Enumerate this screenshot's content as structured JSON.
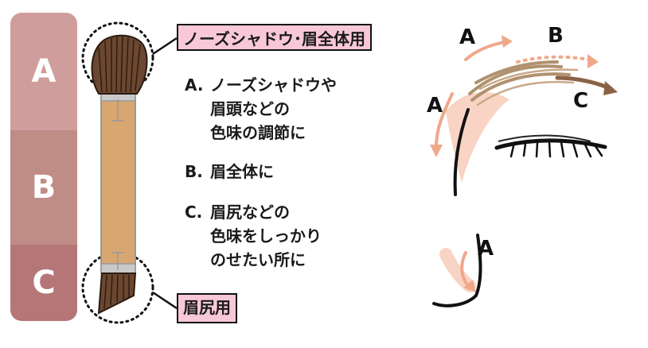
{
  "palette": [
    "A",
    "B",
    "C"
  ],
  "colors": {
    "a": "#cf9e9c",
    "b": "#bf8c86",
    "c": "#b57678",
    "tag_bg": "#f8c8d8",
    "brush_handle": "#d8a671",
    "bristle": "#6b4730",
    "arrow_light": "#f0a88a",
    "arrow_dark": "#8c6246",
    "skin": "#f9d3c3"
  },
  "tags": {
    "top": "ノーズシャドウ･眉全体用",
    "bottom": "眉尻用"
  },
  "descriptions": [
    {
      "key": "A.",
      "lines": [
        "ノーズシャドウや",
        "眉頭などの",
        "色味の調節に"
      ]
    },
    {
      "key": "B.",
      "lines": [
        "眉全体に"
      ]
    },
    {
      "key": "C.",
      "lines": [
        "眉尻などの",
        "色味をしっかり",
        "のせたい所に"
      ]
    }
  ],
  "diagram_labels": {
    "a1": "A",
    "b": "B",
    "c": "C",
    "a2": "A",
    "a3": "A"
  }
}
